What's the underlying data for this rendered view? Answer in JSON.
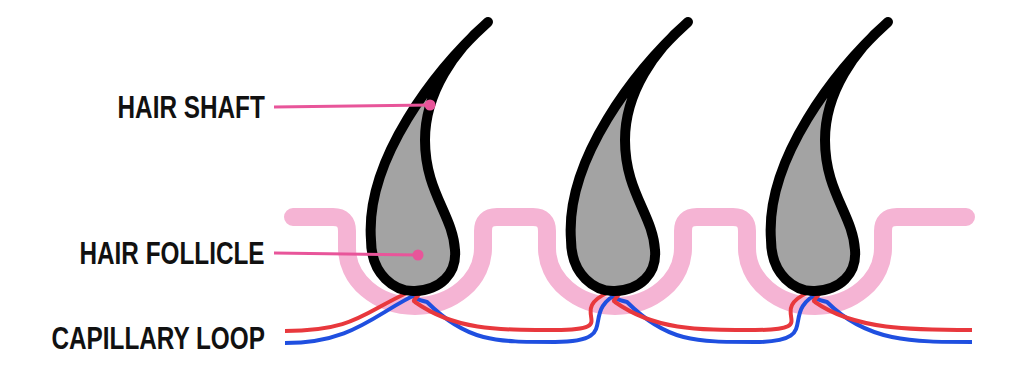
{
  "diagram": {
    "labels": [
      "HAIR SHAFT",
      "HAIR FOLLICLE",
      "CAPILLARY LOOP"
    ]
  }
}
